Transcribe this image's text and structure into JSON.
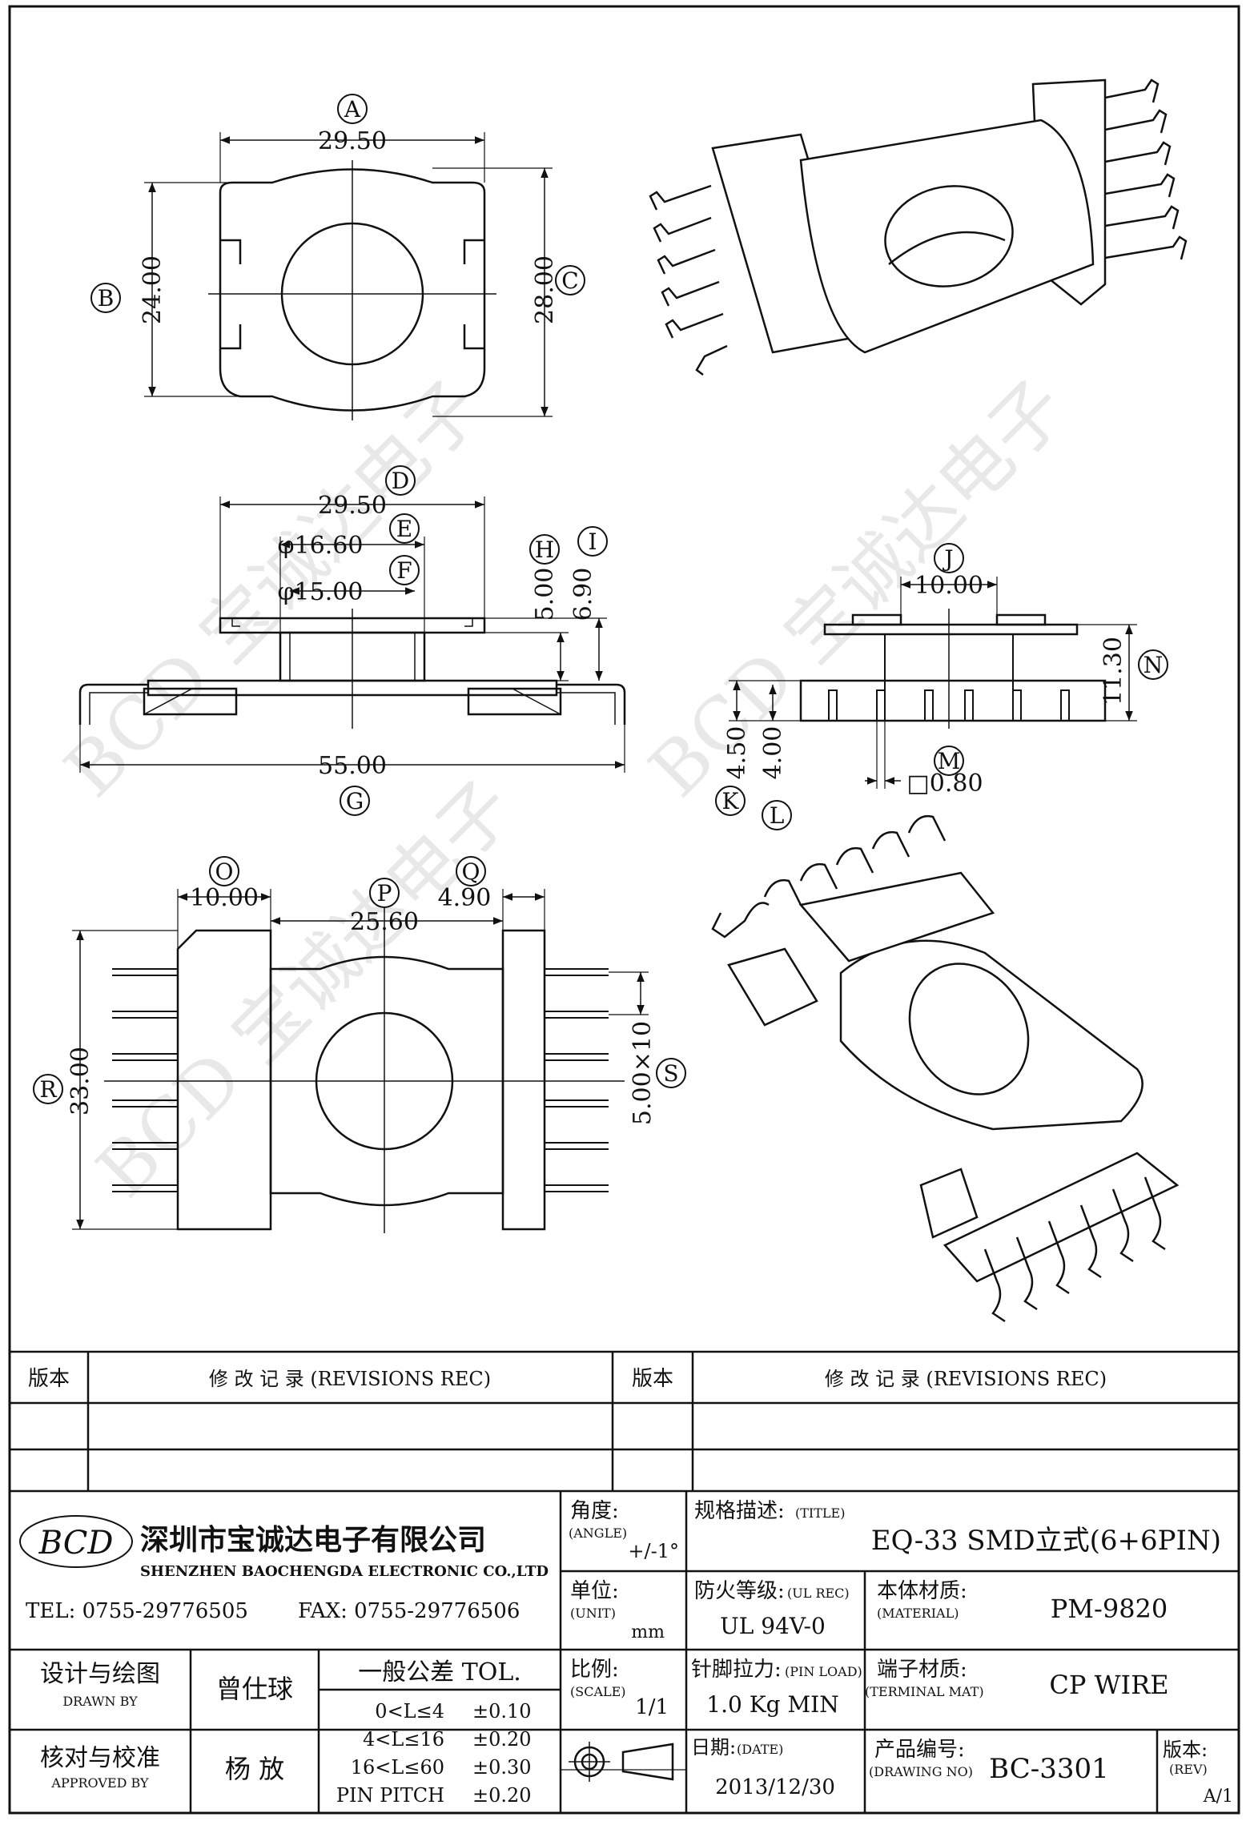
{
  "watermark": {
    "text": "BCD 宝诚达电子",
    "color": "#e6e6e6"
  },
  "views": {
    "top": {
      "dim_a": "29.50",
      "dim_b": "24.00",
      "dim_c": "28.00",
      "label_a": "A",
      "label_b": "B",
      "label_c": "C"
    },
    "front": {
      "dim_d": "29.50",
      "dim_e": "φ16.60",
      "dim_f": "φ15.00",
      "dim_g": "55.00",
      "dim_h": "5.00",
      "dim_i": "6.90",
      "label_d": "D",
      "label_e": "E",
      "label_f": "F",
      "label_g": "G",
      "label_h": "H",
      "label_i": "I"
    },
    "side": {
      "dim_j": "10.00",
      "dim_k": "4.50",
      "dim_l": "4.00",
      "dim_m": "□0.80",
      "dim_n": "11.30",
      "label_j": "J",
      "label_k": "K",
      "label_l": "L",
      "label_m": "M",
      "label_n": "N"
    },
    "bottom": {
      "dim_o": "10.00",
      "dim_p": "25.60",
      "dim_q": "4.90",
      "dim_r": "33.00",
      "dim_s": "5.00×10",
      "label_o": "O",
      "label_p": "P",
      "label_q": "Q",
      "label_r": "R",
      "label_s": "S"
    }
  },
  "revisions": {
    "left_version_header": "版本",
    "left_record_header": "修 改 记 录 (REVISIONS REC)",
    "right_version_header": "版本",
    "right_record_header": "修 改 记 录 (REVISIONS REC)"
  },
  "company": {
    "logo_text": "BCD",
    "name_cn": "深圳市宝诚达电子有限公司",
    "name_en": "SHENZHEN BAOCHENGDA ELECTRONIC CO.,LTD",
    "tel": "TEL: 0755-29776505",
    "fax": "FAX: 0755-29776506"
  },
  "title_block": {
    "angle_label": "角度:",
    "angle_label_en": "(ANGLE)",
    "angle_value": "+/-1°",
    "title_label": "规格描述:",
    "title_label_en": "(TITLE)",
    "title_value": "EQ-33 SMD立式(6+6PIN)",
    "unit_label": "单位:",
    "unit_label_en": "(UNIT)",
    "unit_value": "mm",
    "ul_label": "防火等级:",
    "ul_label_en": "(UL REC)",
    "ul_value": "UL 94V-0",
    "material_label": "本体材质:",
    "material_label_en": "(MATERIAL)",
    "material_value": "PM-9820",
    "scale_label": "比例:",
    "scale_label_en": "(SCALE)",
    "scale_value": "1/1",
    "pin_load_label": "针脚拉力:",
    "pin_load_label_en": "(PIN LOAD)",
    "pin_load_value": "1.0 Kg MIN",
    "terminal_label": "端子材质:",
    "terminal_label_en": "(TERMINAL MAT)",
    "terminal_value": "CP WIRE",
    "date_label": "日期:",
    "date_label_en": "(DATE)",
    "date_value": "2013/12/30",
    "drawing_no_label": "产品编号:",
    "drawing_no_label_en": "(DRAWING NO)",
    "drawing_no_value": "BC-3301",
    "rev_label": "版本:",
    "rev_label_en": "(REV)",
    "rev_value": "A/1",
    "drawn_by_label": "设计与绘图",
    "drawn_by_label_en": "DRAWN BY",
    "drawn_by_value": "曾仕球",
    "approved_by_label": "核对与校准",
    "approved_by_label_en": "APPROVED BY",
    "approved_by_value": "杨  放",
    "tolerance_title": "一般公差 TOL.",
    "tolerances": [
      {
        "range": "0<L≤4",
        "value": "±0.10"
      },
      {
        "range": "4<L≤16",
        "value": "±0.20"
      },
      {
        "range": "16<L≤60",
        "value": "±0.30"
      },
      {
        "range": "PIN PITCH",
        "value": "±0.20"
      }
    ]
  }
}
